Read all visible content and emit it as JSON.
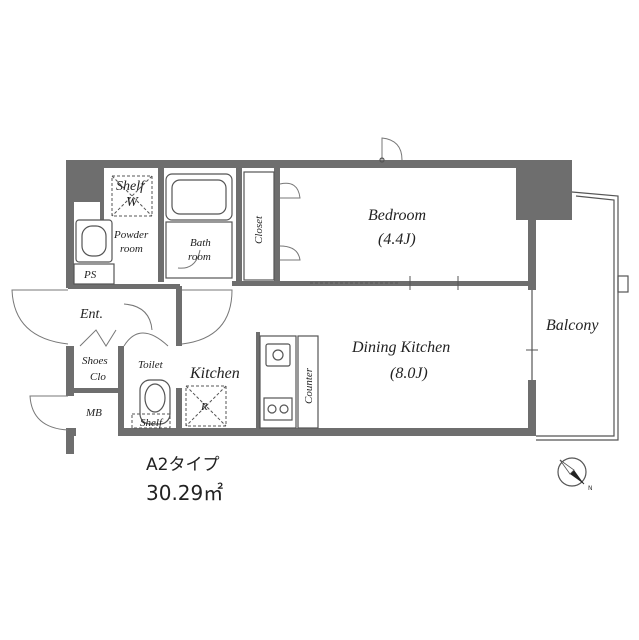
{
  "rooms": {
    "bedroom": "Bedroom",
    "bedroom_size": "(4.4J)",
    "dining_kitchen": "Dining Kitchen",
    "dining_kitchen_size": "(8.0J)",
    "kitchen": "Kitchen",
    "balcony": "Balcony",
    "bath_line1": "Bath",
    "bath_line2": "room",
    "powder_line1": "Powder",
    "powder_line2": "room",
    "closet": "Closet",
    "toilet": "Toilet",
    "entrance": "Ent.",
    "shoes_line1": "Shoes",
    "shoes_line2": "Clo",
    "ps": "PS",
    "mb": "MB",
    "shelf_top": "Shelf",
    "shelf_w": "W",
    "shelf_toilet": "Shelf",
    "counter": "Counter",
    "fridge": "R"
  },
  "plan_type": "A2タイプ",
  "area": "30.29㎡",
  "compass": {
    "north_label": "N"
  }
}
